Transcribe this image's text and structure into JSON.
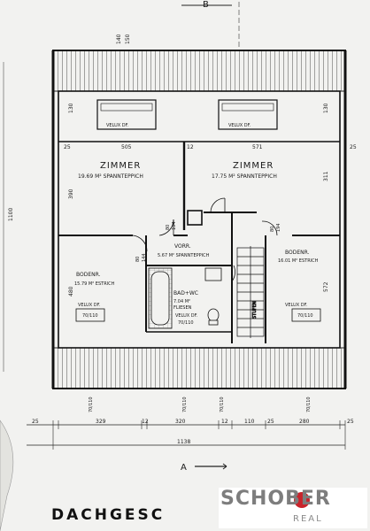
{
  "labels": {
    "section_top": "B",
    "section_bottom": "A",
    "drawing_title": "DACHGESC"
  },
  "rooms": [
    {
      "name": "ZIMMER",
      "area": "19.69 M² SPANNTEPPICH"
    },
    {
      "name": "ZIMMER",
      "area": "17.75 M² SPANNTEPPICH"
    },
    {
      "name": "VORR.",
      "area": "5.67 M² SPANNTEPPICH"
    },
    {
      "name": "BODENR.",
      "area": "15.79 M² ESTRICH"
    },
    {
      "name": "BAD+WC",
      "area": "7.04 M²",
      "finish": "FLIESEN"
    },
    {
      "name": "BODENR.",
      "area": "16.01 M² ESTRICH"
    }
  ],
  "windows": {
    "velux_top_left": "VELUX DF.",
    "velux_top_right": "VELUX DF.",
    "velux_left": "VELUX DF.",
    "velux_left_size": "70/110",
    "velux_bath": "VELUX DF.",
    "velux_bath_size": "70/110",
    "velux_right": "VELUX DF.",
    "velux_right_size": "70/110",
    "stairs": "STUFEN"
  },
  "dimensions": {
    "top_a": "140",
    "top_b": "150",
    "window_top": "130",
    "width_left": "505",
    "width_mid": "12",
    "width_right": "571",
    "side_left": "25",
    "side_right": "25",
    "height_left": "390",
    "height_right": "311",
    "lower_left": "480",
    "lower_right": "572",
    "door_a": "80",
    "door_b": "194",
    "door_c": "80",
    "door_d": "144",
    "door_e": "80",
    "door_f": "194",
    "bottom_1": "25",
    "bottom_2": "329",
    "bottom_3": "12",
    "bottom_4": "320",
    "bottom_5": "12",
    "bottom_6": "110",
    "bottom_7": "25",
    "bottom_8": "280",
    "bottom_9": "25",
    "total": "1138",
    "total_height": "1100",
    "window_marks": "70/110"
  },
  "brand": {
    "name": "SCHOBER",
    "sub": "REAL",
    "accent": "#c9232b",
    "grey": "#7d7d7d"
  }
}
